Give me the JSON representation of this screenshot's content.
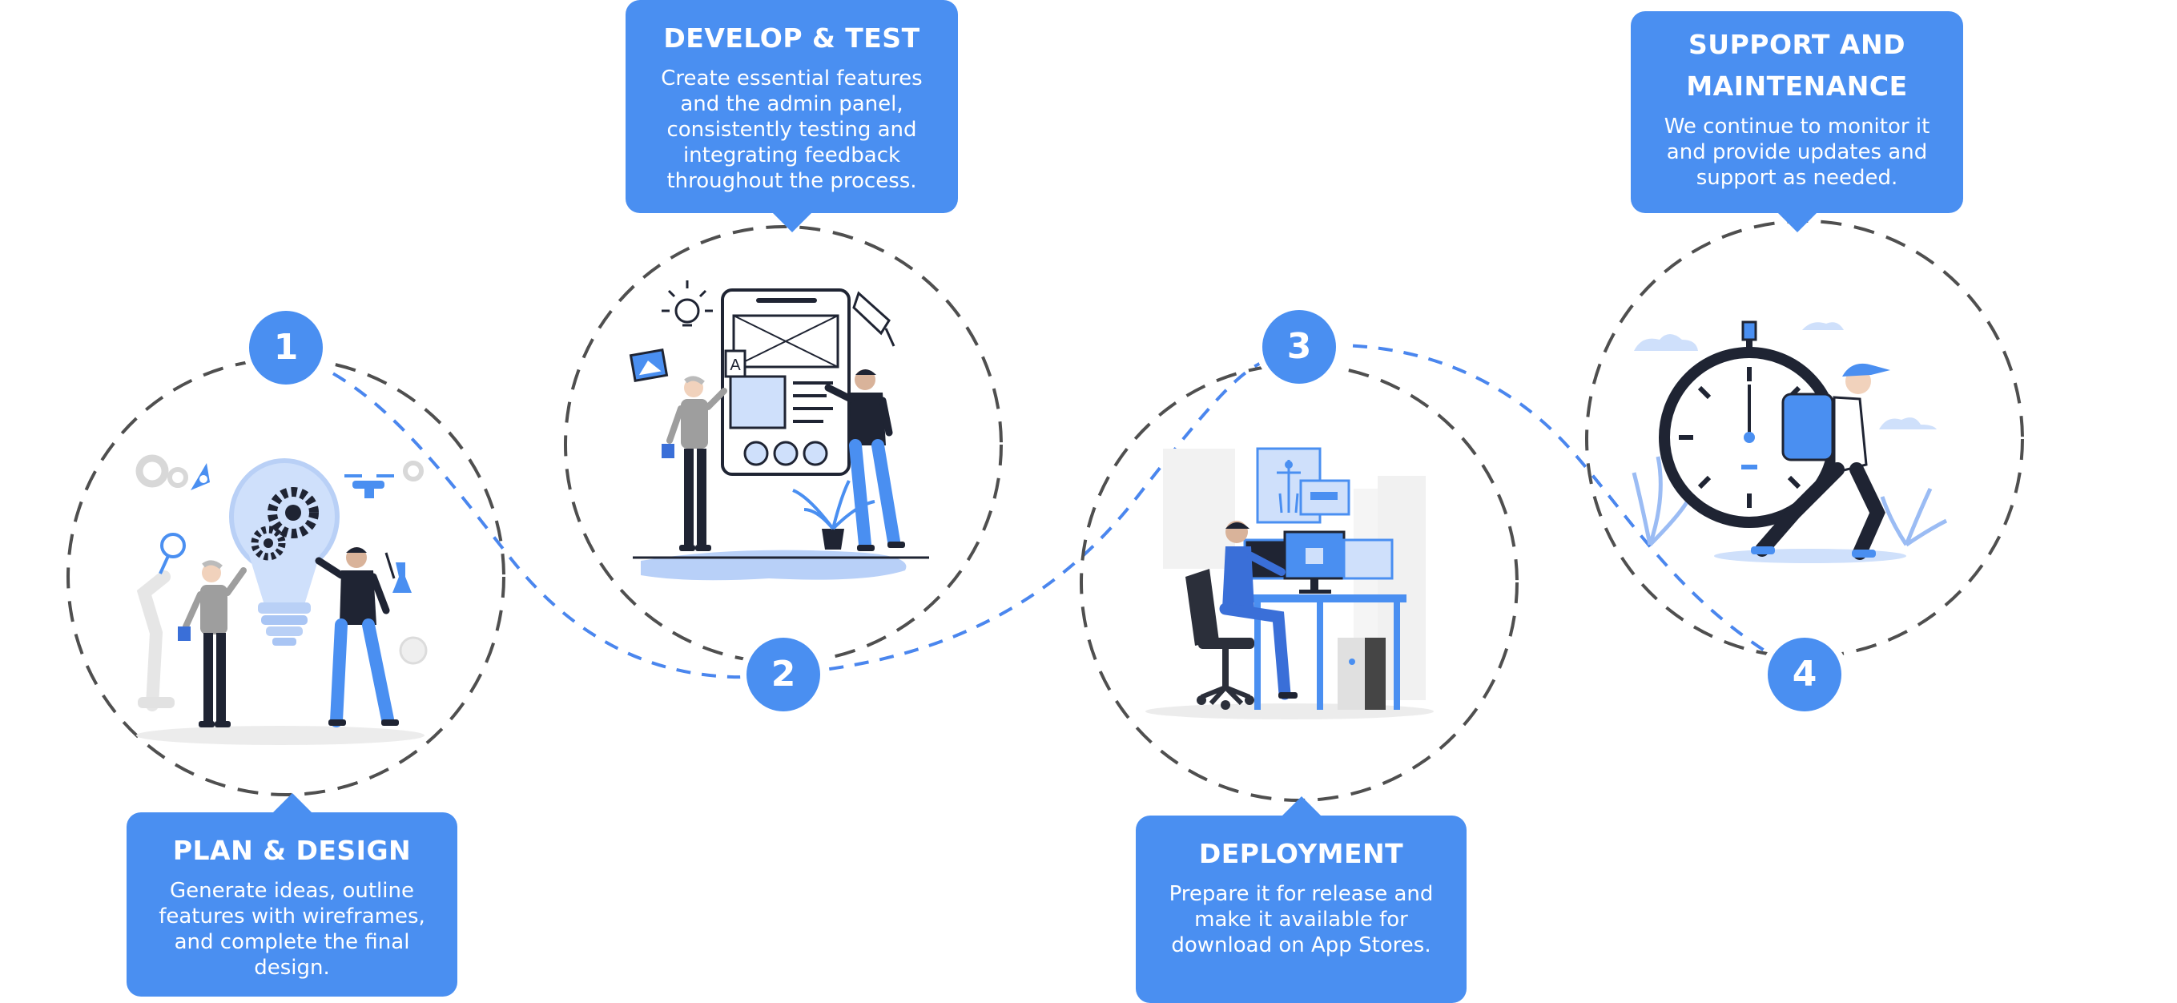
{
  "colors": {
    "accent": "#4a8ff1",
    "dash_blue": "#4a86ee",
    "ring": "#4f4f4f",
    "line": "#1f2433"
  },
  "steps": [
    {
      "number": "1",
      "title": "PLAN & DESIGN",
      "text": "Generate ideas, outline features with wireframes, and complete the final design."
    },
    {
      "number": "2",
      "title": "DEVELOP & TEST",
      "text": "Create essential features and the admin panel, consistently testing and integrating feedback throughout the process."
    },
    {
      "number": "3",
      "title": "DEPLOYMENT",
      "text": "Prepare it for release and make it available for download on App Stores."
    },
    {
      "number": "4",
      "title": "SUPPORT AND MAINTENANCE",
      "text": "We continue to monitor it and provide updates and support as needed."
    }
  ],
  "icons": [
    "lightbulb-gears-illustration",
    "wireframe-board-illustration",
    "developer-workstation-illustration",
    "stopwatch-runner-illustration"
  ]
}
